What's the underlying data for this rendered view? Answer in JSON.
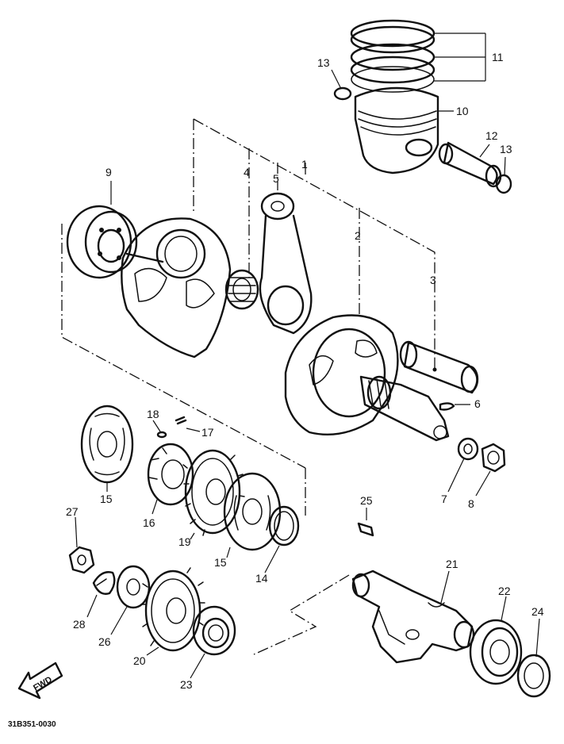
{
  "callouts": [
    {
      "id": "1",
      "text": "1"
    },
    {
      "id": "2",
      "text": "2"
    },
    {
      "id": "3",
      "text": "3"
    },
    {
      "id": "4",
      "text": "4"
    },
    {
      "id": "5",
      "text": "5"
    },
    {
      "id": "6",
      "text": "6"
    },
    {
      "id": "7",
      "text": "7"
    },
    {
      "id": "8",
      "text": "8"
    },
    {
      "id": "9",
      "text": "9"
    },
    {
      "id": "10",
      "text": "10"
    },
    {
      "id": "11",
      "text": "11"
    },
    {
      "id": "12",
      "text": "12"
    },
    {
      "id": "13a",
      "text": "13"
    },
    {
      "id": "13b",
      "text": "13"
    },
    {
      "id": "14",
      "text": "14"
    },
    {
      "id": "15a",
      "text": "15"
    },
    {
      "id": "15b",
      "text": "15"
    },
    {
      "id": "16",
      "text": "16"
    },
    {
      "id": "17",
      "text": "17"
    },
    {
      "id": "18",
      "text": "18"
    },
    {
      "id": "19",
      "text": "19"
    },
    {
      "id": "20",
      "text": "20"
    },
    {
      "id": "21",
      "text": "21"
    },
    {
      "id": "22",
      "text": "22"
    },
    {
      "id": "23",
      "text": "23"
    },
    {
      "id": "24",
      "text": "24"
    },
    {
      "id": "25",
      "text": "25"
    },
    {
      "id": "26",
      "text": "26"
    },
    {
      "id": "27",
      "text": "27"
    },
    {
      "id": "28",
      "text": "28"
    }
  ],
  "fwd_label": "FWD",
  "diagram_code": "31B351-0030"
}
